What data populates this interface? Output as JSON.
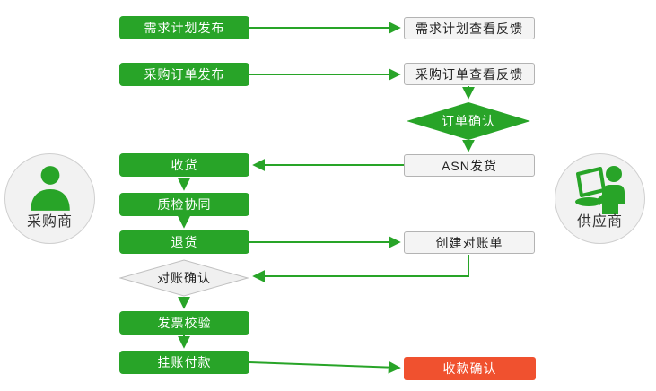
{
  "diagram": {
    "type": "flowchart",
    "colors": {
      "process_green": "#28A428",
      "terminal_red": "#F0512F",
      "feedback_fill": "#F4F4F4",
      "feedback_border": "#B3B3B3",
      "decision_gray": "#F0F0F0",
      "connector": "#28A428"
    },
    "buyer": {
      "label": "采购商",
      "icon": "person-icon"
    },
    "supplier": {
      "label": "供应商",
      "icon": "person-laptop-icon"
    },
    "buyer_steps": [
      {
        "label": "需求计划发布",
        "type": "process"
      },
      {
        "label": "采购订单发布",
        "type": "process"
      },
      {
        "label": "收货",
        "type": "process"
      },
      {
        "label": "质检协同",
        "type": "process"
      },
      {
        "label": "退货",
        "type": "process"
      },
      {
        "label": "对账确认",
        "type": "decision"
      },
      {
        "label": "发票校验",
        "type": "process"
      },
      {
        "label": "挂账付款",
        "type": "process"
      }
    ],
    "supplier_steps": [
      {
        "label": "需求计划查看反馈",
        "type": "feedback"
      },
      {
        "label": "采购订单查看反馈",
        "type": "feedback"
      },
      {
        "label": "订单确认",
        "type": "decision"
      },
      {
        "label": "ASN发货",
        "type": "feedback"
      },
      {
        "label": "创建对账单",
        "type": "feedback"
      },
      {
        "label": "收款确认",
        "type": "terminal"
      }
    ],
    "connections": [
      {
        "from": "需求计划发布",
        "to": "需求计划查看反馈"
      },
      {
        "from": "采购订单发布",
        "to": "采购订单查看反馈"
      },
      {
        "from": "采购订单查看反馈",
        "to": "订单确认"
      },
      {
        "from": "订单确认",
        "to": "ASN发货"
      },
      {
        "from": "ASN发货",
        "to": "收货"
      },
      {
        "from": "收货",
        "to": "质检协同"
      },
      {
        "from": "质检协同",
        "to": "退货"
      },
      {
        "from": "退货",
        "to": "创建对账单"
      },
      {
        "from": "创建对账单",
        "to": "对账确认"
      },
      {
        "from": "对账确认",
        "to": "发票校验"
      },
      {
        "from": "发票校验",
        "to": "挂账付款"
      },
      {
        "from": "挂账付款",
        "to": "收款确认"
      }
    ]
  }
}
